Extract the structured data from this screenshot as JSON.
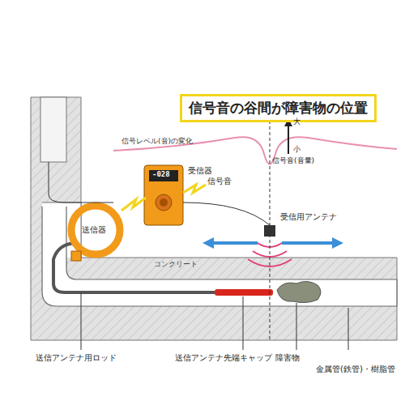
{
  "diagram": {
    "title": "信号音の谷間が障害物の位置",
    "labels": [
      "信号レベル(音)の変化",
      "大",
      "小",
      "信号音(音量)",
      "-028",
      "受信器",
      "信号音",
      "受信用アンテナ",
      "送信器",
      "コンクリート",
      "送信アンテナ用ロッド",
      "送信アンテナ先端キャップ",
      "障害物",
      "金属管(鉄管)・樹脂管"
    ]
  }
}
